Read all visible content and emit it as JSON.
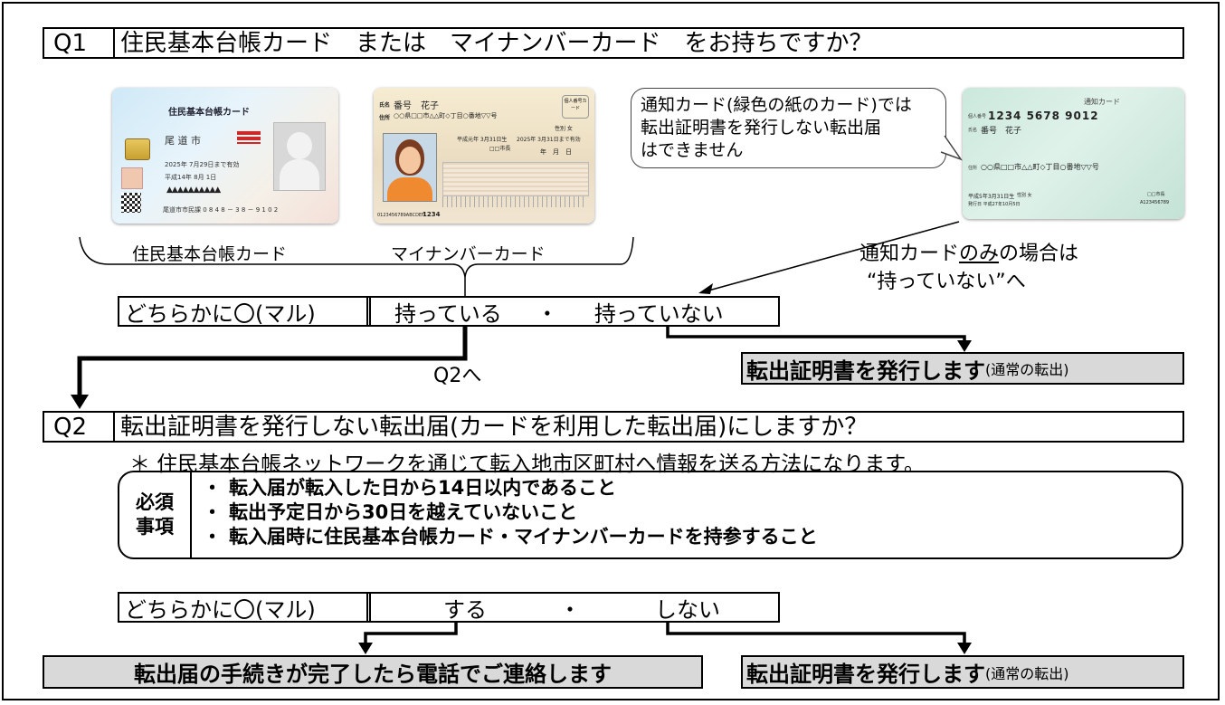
{
  "q1": {
    "number": "Q1",
    "question": "住民基本台帳カード　または　マイナンバーカード　をお持ちですか？",
    "cards": {
      "jyuki": {
        "label": "住民基本台帳カード",
        "card_title": "住民基本台帳カード",
        "city": "尾 道 市",
        "text1": "2025年 7月29日まで有効",
        "text2": "平成14年 8月 1日",
        "number": "尾道市市民課 0 8 4 8 － 3 8 － 9 1 0 2"
      },
      "mynumber": {
        "label": "マイナンバーカード",
        "name_label": "氏名",
        "name": "番号　花子",
        "address_label": "住所",
        "address": "○○県□□市△△町◇丁目○番地▽▽号",
        "sex": "性別 女",
        "birth": "平成元年 3月31日生",
        "expiry": "2025年 3月31日まで有効",
        "mayor": "□□市長",
        "seal": "個人番号カード",
        "date": "年　月　日",
        "serial": "0123456789ABCDEF",
        "pin": "1234"
      },
      "notice": {
        "title": "通知カード",
        "number_label": "個人番号",
        "number": "1234 5678 9012",
        "name_label": "氏名",
        "name": "番号　花子",
        "address_label": "住所",
        "address": "○○県□□市△△町◇丁目○番地▽▽号",
        "birth": "平成5年3月31日生",
        "sex": "性別 女",
        "issue": "発行日 平成27年10月5日",
        "mayor": "□□市長",
        "code": "A123456789"
      }
    },
    "bubble": [
      "通知カード(緑色の紙のカード)では",
      "転出証明書を発行しない転出届",
      "はできません"
    ],
    "notice_only_prefix": "通知カード",
    "notice_only_underline": "のみ",
    "notice_only_suffix": "の場合は",
    "notice_only_line2": "“持っていない”へ",
    "choice_label": "どちらかに〇(マル)",
    "choice_yes": "持っている",
    "choice_dot": "・",
    "choice_no": "持っていない",
    "to_q2": "Q2へ",
    "result_big": "転出証明書を発行します",
    "result_small": "(通常の転出)"
  },
  "q2": {
    "number": "Q2",
    "question": "転出証明書を発行しない転出届(カードを利用した転出届)にしますか？",
    "note": "＊ 住民基本台帳ネットワークを通じて転入地市区町村へ情報を送る方法になります。",
    "required_label_1": "必須",
    "required_label_2": "事項",
    "requirements": [
      "転入届が転入した日から14日以内であること",
      "転出予定日から30日を越えていないこと",
      "転入届時に住民基本台帳カード・マイナンバーカードを持参すること"
    ],
    "choice_label": "どちらかに〇(マル)",
    "choice_yes": "する",
    "choice_dot": "・",
    "choice_no": "しない",
    "result_left": "転出届の手続きが完了したら電話でご連絡します",
    "result_right_big": "転出証明書を発行します",
    "result_right_small": "(通常の転出)"
  }
}
